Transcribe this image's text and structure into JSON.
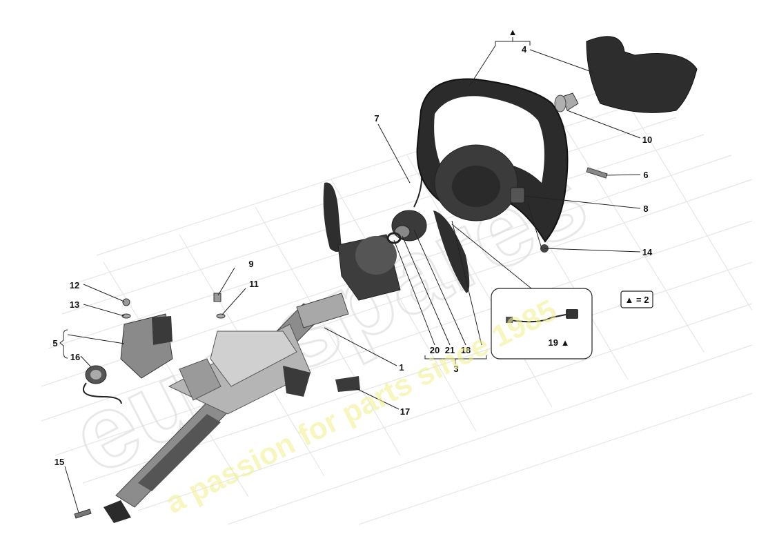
{
  "watermark": {
    "logo_text": "eurospares",
    "tagline": "a passion for parts since 1985"
  },
  "top_marker": "▲",
  "legend": "▲ = 2",
  "callouts": {
    "c1": "1",
    "c3": "3",
    "c4": "4",
    "c5": "5",
    "c6": "6",
    "c7": "7",
    "c8": "8",
    "c9": "9",
    "c10": "10",
    "c11": "11",
    "c12": "12",
    "c13": "13",
    "c14": "14",
    "c15": "15",
    "c16": "16",
    "c17": "17",
    "c18": "18",
    "c19": "19 ▲",
    "c20": "20",
    "c21": "21"
  }
}
